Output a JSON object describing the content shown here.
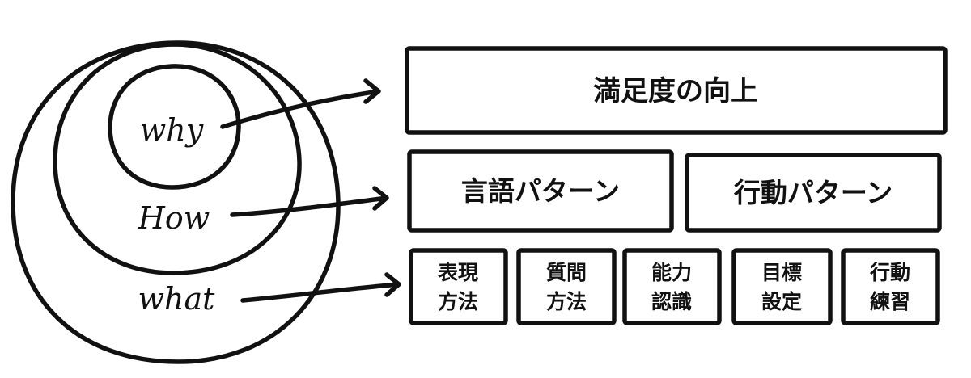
{
  "circles": {
    "inner": "why",
    "middle": "How",
    "outer": "what"
  },
  "top_box": "満足度の向上",
  "middle_boxes": [
    "言語パターン",
    "行動パターン"
  ],
  "bottom_boxes": [
    [
      "表現",
      "方法"
    ],
    [
      "質問",
      "方法"
    ],
    [
      "能力",
      "認識"
    ],
    [
      "目標",
      "設定"
    ],
    [
      "行動",
      "練習"
    ]
  ]
}
